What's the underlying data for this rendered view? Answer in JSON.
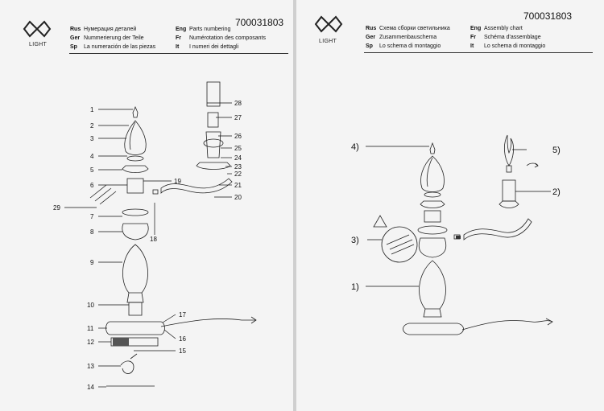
{
  "left_sheet": {
    "logo_text": "LIGHT",
    "code": "700031803",
    "headers": [
      {
        "lang1": "Rus",
        "text1": "Нумерация деталей",
        "lang2": "Eng",
        "text2": "Parts numbering"
      },
      {
        "lang1": "Ger",
        "text1": "Nummerierung der Teile",
        "lang2": "Fr",
        "text2": "Numérotation des composants"
      },
      {
        "lang1": "Sp",
        "text1": "La numeración de las piezas",
        "lang2": "It",
        "text2": "I numeri dei dettagli"
      }
    ],
    "part_numbers": [
      "1",
      "2",
      "3",
      "4",
      "5",
      "6",
      "7",
      "8",
      "9",
      "10",
      "11",
      "12",
      "13",
      "14",
      "15",
      "16",
      "17",
      "18",
      "19",
      "20",
      "21",
      "22",
      "23",
      "24",
      "25",
      "26",
      "27",
      "28",
      "29"
    ]
  },
  "right_sheet": {
    "logo_text": "LIGHT",
    "code": "700031803",
    "headers": [
      {
        "lang1": "Rus",
        "text1": "Схема сборки светильника",
        "lang2": "Eng",
        "text2": "Assembly chart"
      },
      {
        "lang1": "Ger",
        "text1": "Zusammenbauschema",
        "lang2": "Fr",
        "text2": "Schéma d'assemblage"
      },
      {
        "lang1": "Sp",
        "text1": "Lo schema di montaggio",
        "lang2": "It",
        "text2": "Lo schema di montaggio"
      }
    ],
    "step_labels": [
      "1)",
      "2)",
      "3)",
      "4)",
      "5)"
    ]
  }
}
